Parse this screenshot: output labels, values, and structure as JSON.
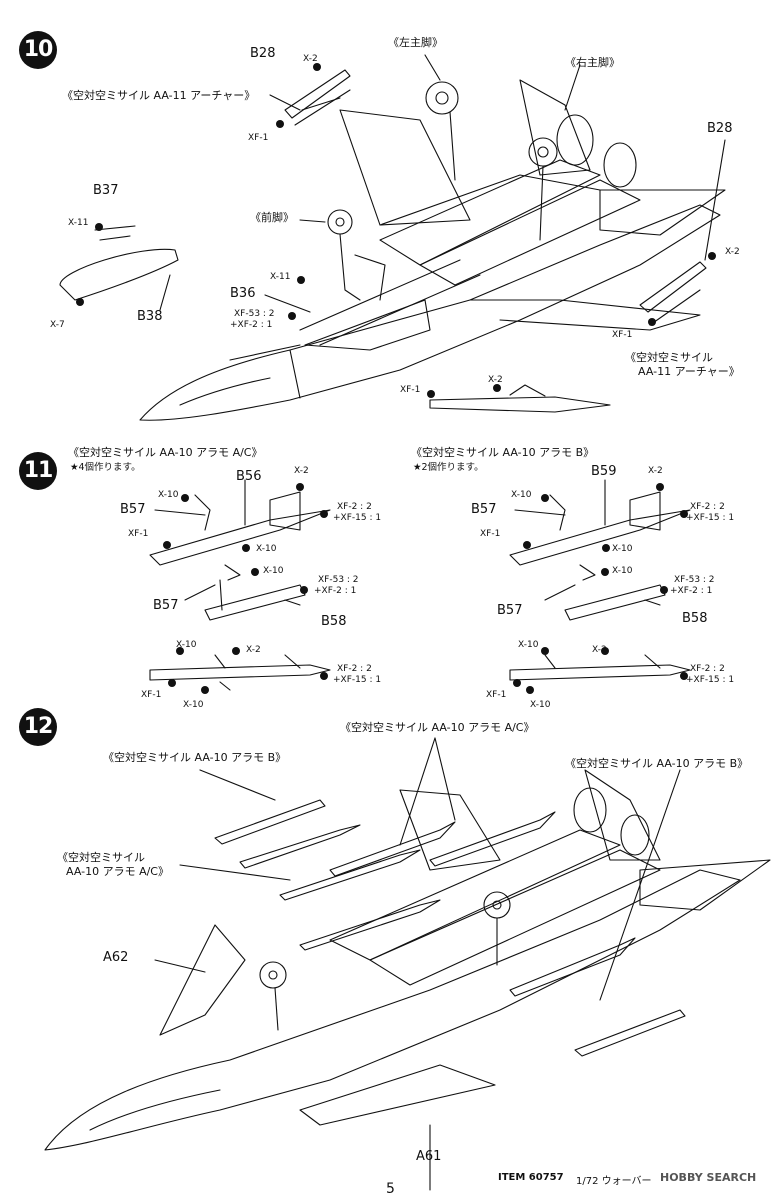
{
  "steps": [
    {
      "number": "10"
    },
    {
      "number": "11"
    },
    {
      "number": "12"
    }
  ],
  "step10": {
    "missile_aa11_left": "《空対空ミサイル AA-11 アーチャー》",
    "missile_aa11_right_l1": "《空対空ミサイル",
    "missile_aa11_right_l2": "AA-11 アーチャー》",
    "left_main_gear": "《左主脚》",
    "right_main_gear": "《右主脚》",
    "nose_gear": "《前脚》",
    "parts": {
      "b28_left": "B28",
      "b28_right": "B28",
      "b37": "B37",
      "b38": "B38",
      "b36": "B36"
    },
    "paints": {
      "x2_a": "X-2",
      "xf1_a": "XF-1",
      "x11_a": "X-11",
      "x7": "X-7",
      "x11_b": "X-11",
      "xf53_a": "XF-53 : 2",
      "xf2_a": "+XF-2 : 1",
      "x2_b": "X-2",
      "xf1_b": "XF-1",
      "xf1_c": "XF-1",
      "x2_c": "X-2"
    }
  },
  "step11": {
    "left_title": "《空対空ミサイル AA-10 アラモ A/C》",
    "left_note": "★4個作ります。",
    "right_title": "《空対空ミサイル AA-10 アラモ B》",
    "right_note": "★2個作ります。",
    "parts": {
      "b56": "B56",
      "b57_a": "B57",
      "b57_b": "B57",
      "b58_a": "B58",
      "b59": "B59",
      "b57_c": "B57",
      "b57_d": "B57",
      "b58_b": "B58"
    },
    "paints": {
      "x10_a": "X-10",
      "x2_a": "X-2",
      "xf2_a": "XF-2 : 2",
      "xf15_a": "+XF-15 : 1",
      "xf1_a": "XF-1",
      "x10_b": "X-10",
      "x10_c": "X-10",
      "xf53_a": "XF-53 : 2",
      "xf2_b": "+XF-2 : 1",
      "x10_d": "X-10",
      "x2_b": "X-2",
      "xf2_c": "XF-2 : 2",
      "xf15_b": "+XF-15 : 1",
      "xf1_b": "XF-1",
      "x10_e": "X-10",
      "x10_f": "X-10",
      "x2_c": "X-2",
      "xf2_d": "XF-2 : 2",
      "xf15_c": "+XF-15 : 1",
      "xf1_c": "XF-1",
      "x10_g": "X-10",
      "x10_h": "X-10",
      "xf53_b": "XF-53 : 2",
      "xf2_e": "+XF-2 : 1",
      "x10_i": "X-10",
      "x2_d": "X-2",
      "xf2_f": "XF-2 : 2",
      "xf15_d": "+XF-15 : 1",
      "xf1_d": "XF-1",
      "x10_j": "X-10"
    }
  },
  "step12": {
    "top_center": "《空対空ミサイル AA-10 アラモ A/C》",
    "top_left": "《空対空ミサイル AA-10 アラモ B》",
    "top_right": "《空対空ミサイル AA-10 アラモ B》",
    "mid_left_l1": "《空対空ミサイル",
    "mid_left_l2": "AA-10 アラモ A/C》",
    "parts": {
      "a62": "A62",
      "a61": "A61"
    }
  },
  "footer": {
    "item": "ITEM 60757",
    "scale": "1/72 ウォーバー",
    "page": "5",
    "watermark": "HOBBY SEARCH"
  }
}
